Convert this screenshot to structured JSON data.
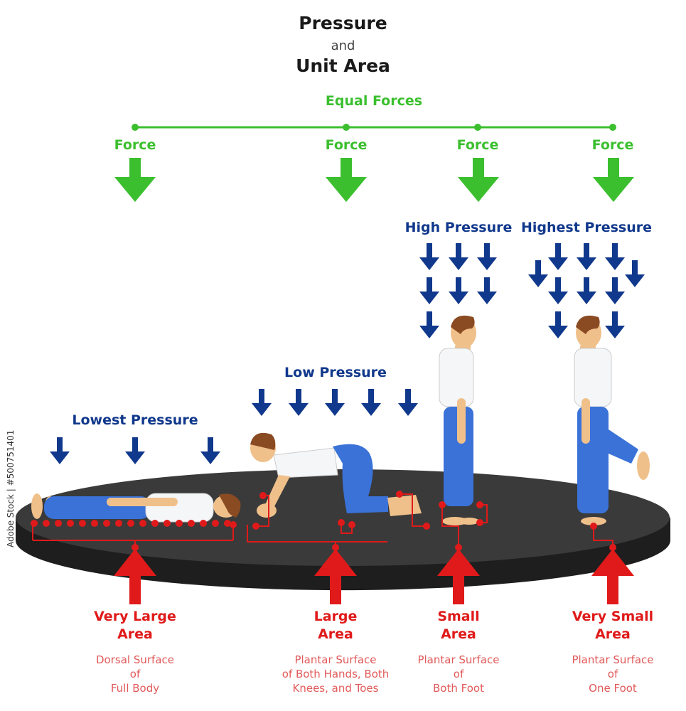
{
  "title_line1": "Pressure",
  "title_and": "and",
  "title_line2": "Unit Area",
  "equal_forces": "Equal Forces",
  "force_label": "Force",
  "pressures": [
    "Lowest Pressure",
    "Low Pressure",
    "High Pressure",
    "Highest Pressure"
  ],
  "areas": [
    {
      "title1": "Very Large",
      "title2": "Area",
      "desc": [
        "Dorsal Surface",
        "of",
        "Full Body"
      ]
    },
    {
      "title1": "Large",
      "title2": "Area",
      "desc": [
        "Plantar Surface",
        "of Both Hands, Both",
        "Knees, and Toes"
      ]
    },
    {
      "title1": "Small",
      "title2": "Area",
      "desc": [
        "Plantar Surface",
        "of",
        "Both Foot"
      ]
    },
    {
      "title1": "Very Small",
      "title2": "Area",
      "desc": [
        "Plantar Surface",
        "of",
        "One Foot"
      ]
    }
  ],
  "stock_id": "Adobe Stock | #500751401",
  "colors": {
    "force": "#3bbf2e",
    "pressure": "#10388c",
    "area": "#e01a1a",
    "desc": "#e25a5a",
    "platform": "#2e2e2e"
  }
}
